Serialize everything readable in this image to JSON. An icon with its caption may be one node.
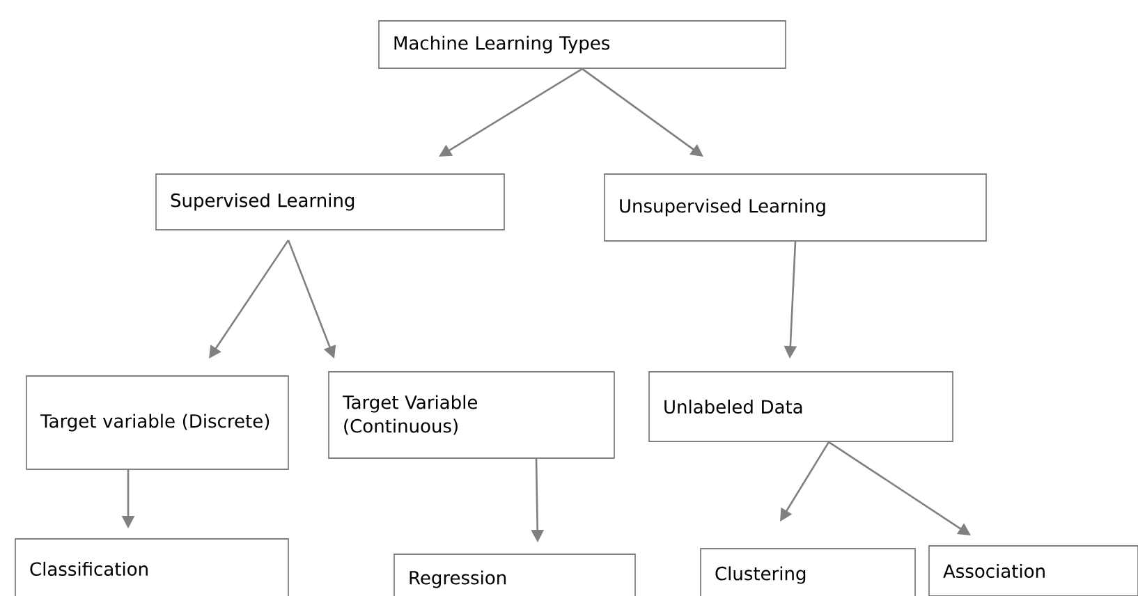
{
  "diagram": {
    "nodes": [
      {
        "text": [
          "Machine Learning Types"
        ]
      },
      {
        "text": [
          "Supervised Learning"
        ]
      },
      {
        "text": [
          "Unsupervised Learning"
        ]
      },
      {
        "text": [
          "Target variable (Discrete)"
        ]
      },
      {
        "text": [
          "Target Variable (Continuous)"
        ]
      },
      {
        "text": [
          "Unlabeled Data"
        ]
      },
      {
        "text": [
          "Classification"
        ]
      },
      {
        "text": [
          "Regression"
        ]
      },
      {
        "text": [
          "Clustering"
        ]
      },
      {
        "text": [
          "Association"
        ]
      }
    ],
    "edges": [
      {
        "from": 0,
        "to": 1,
        "arrow": "to"
      },
      {
        "from": 0,
        "to": 2,
        "arrow": "to"
      },
      {
        "from": 1,
        "to": 3,
        "arrow": "to"
      },
      {
        "from": 1,
        "to": 4,
        "arrow": "to"
      },
      {
        "from": 2,
        "to": 5,
        "arrow": "to"
      },
      {
        "from": 3,
        "to": 6,
        "arrow": "to"
      },
      {
        "from": 4,
        "to": 7,
        "arrow": "to"
      },
      {
        "from": 5,
        "to": 8,
        "arrow": "to"
      },
      {
        "from": 5,
        "to": 9,
        "arrow": "to"
      }
    ]
  }
}
